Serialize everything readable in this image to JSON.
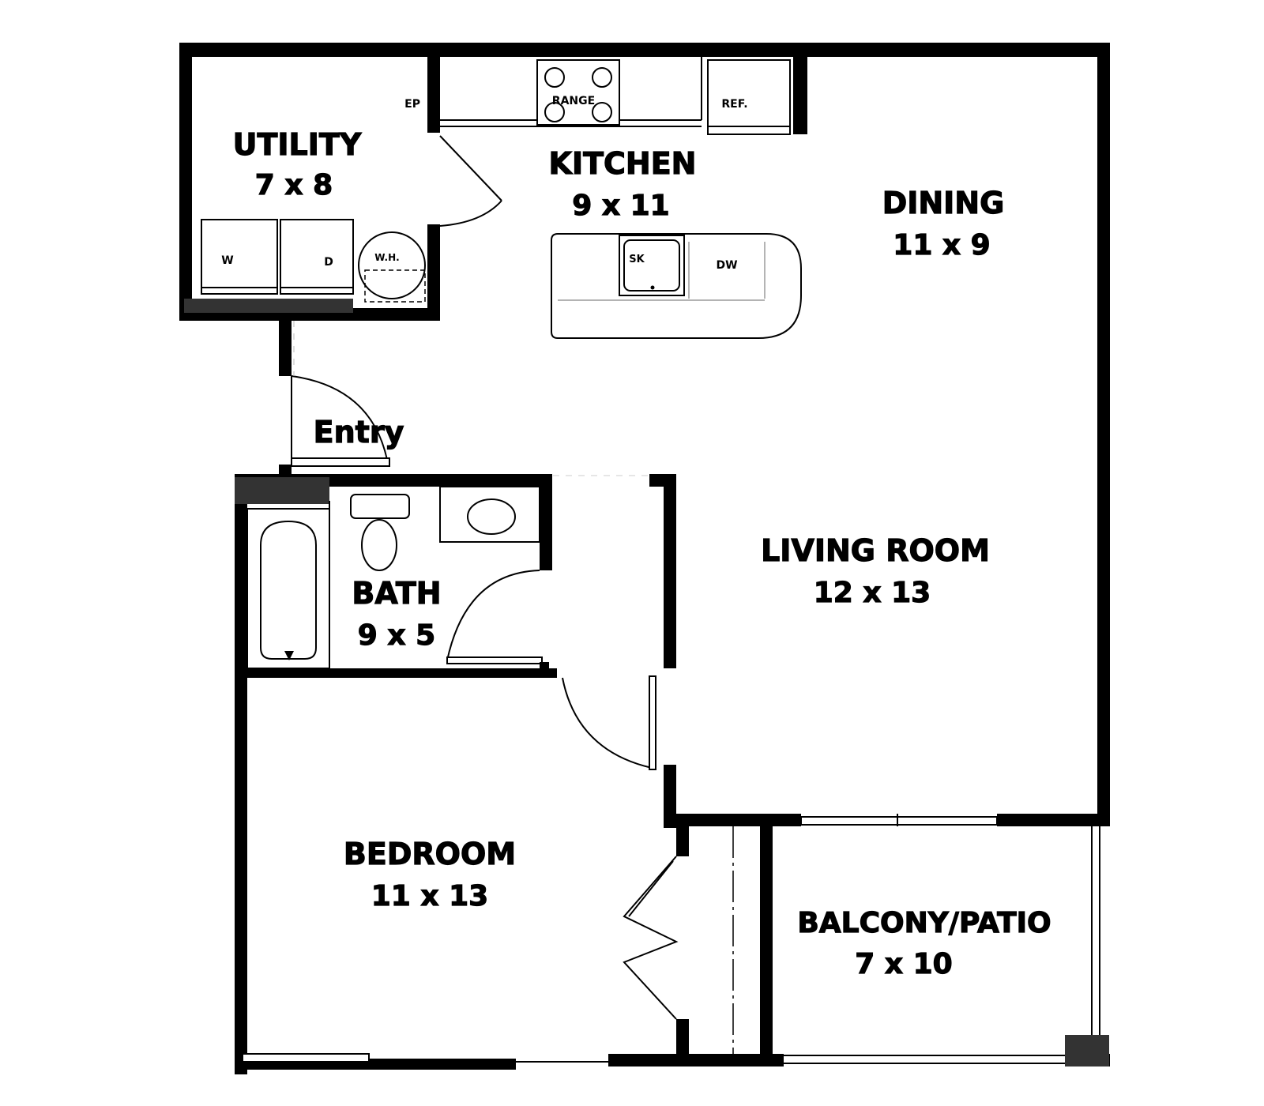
{
  "rooms": {
    "utility": {
      "name": "UTILITY",
      "size": "7 x 8"
    },
    "kitchen": {
      "name": "KITCHEN",
      "size": "9 x 11"
    },
    "dining": {
      "name": "DINING",
      "size": "11 x 9"
    },
    "entry": {
      "name": "Entry"
    },
    "living": {
      "name": "LIVING ROOM",
      "size": "12 x 13"
    },
    "bath": {
      "name": "BATH",
      "size": "9 x 5"
    },
    "bedroom": {
      "name": "BEDROOM",
      "size": "11 x 13"
    },
    "balcony": {
      "name": "BALCONY/PATIO",
      "size": "7 x 10"
    }
  },
  "fixtures": {
    "electrical_panel": "EP",
    "range": "RANGE",
    "refrigerator": "REF.",
    "washer": "W",
    "dryer": "D",
    "water_heater": "W.H.",
    "sink": "SK",
    "dishwasher": "DW"
  },
  "colors": {
    "wall": "#000000",
    "hatch": "#333333",
    "background": "#ffffff"
  }
}
